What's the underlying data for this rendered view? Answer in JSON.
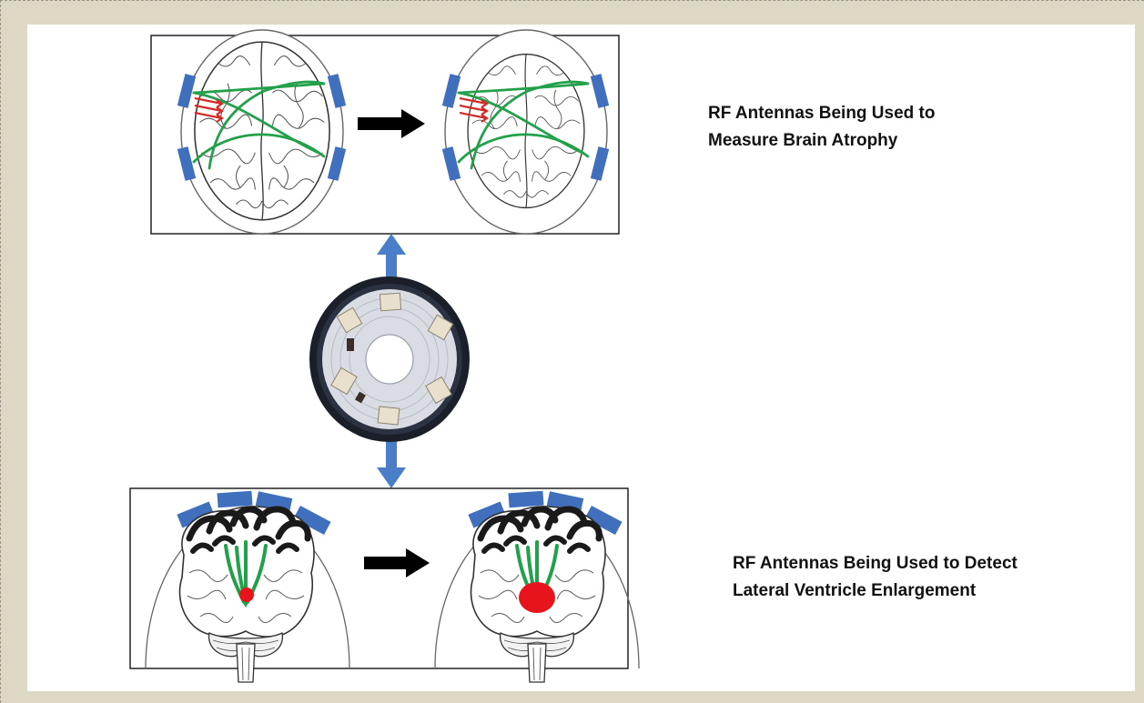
{
  "captions": {
    "top": {
      "line1": "RF Antennas Being Used to",
      "line2": "Measure Brain Atrophy"
    },
    "bottom": {
      "line1": "RF Antennas Being Used to Detect",
      "line2": "Lateral Ventricle Enlargement"
    }
  },
  "colors": {
    "background": "#ddd8c4",
    "canvas": "#ffffff",
    "antenna": "#3f6fbd",
    "connector_arrow": "#4a7ec8",
    "signal_green": "#22a04a",
    "signal_red": "#d42a2a",
    "ventricle_red": "#e8141c",
    "device_ring": "#1b1f2a"
  },
  "icons": {
    "transition_arrow": "right-arrow-icon",
    "connector_up": "up-arrow-icon",
    "connector_down": "down-arrow-icon"
  }
}
